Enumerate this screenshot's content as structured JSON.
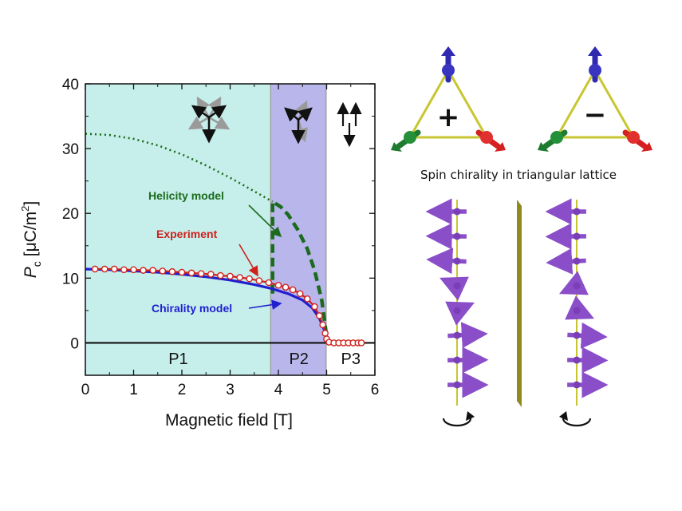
{
  "chart_data": {
    "type": "line",
    "title": "",
    "xlabel": "Magnetic field  [T]",
    "ylabel_symbol": "P",
    "ylabel_subscript": "c",
    "ylabel_units": "[μC/m",
    "ylabel_units_sup": "2",
    "ylabel_units_close": "]",
    "xlim": [
      0,
      6
    ],
    "ylim": [
      -5,
      40
    ],
    "xticks": [
      "0",
      "1",
      "2",
      "3",
      "4",
      "5",
      "6"
    ],
    "yticks": [
      "0",
      "10",
      "20",
      "30",
      "40"
    ],
    "grid": false,
    "phases": [
      {
        "label": "P1",
        "x_start": 0,
        "x_end": 3.85,
        "color": "#c6eeea"
      },
      {
        "label": "P2",
        "x_start": 3.85,
        "x_end": 5.0,
        "color": "#b9b6ec"
      },
      {
        "label": "P3",
        "x_start": 5.0,
        "x_end": 6.0,
        "color": "#ffffff"
      }
    ],
    "series": [
      {
        "name": "Experiment",
        "color": "#d0211c",
        "style": "markers",
        "points": [
          [
            0.2,
            11.4
          ],
          [
            0.4,
            11.4
          ],
          [
            0.6,
            11.4
          ],
          [
            0.8,
            11.3
          ],
          [
            1.0,
            11.3
          ],
          [
            1.2,
            11.2
          ],
          [
            1.4,
            11.2
          ],
          [
            1.6,
            11.1
          ],
          [
            1.8,
            11.0
          ],
          [
            2.0,
            10.9
          ],
          [
            2.2,
            10.8
          ],
          [
            2.4,
            10.7
          ],
          [
            2.6,
            10.6
          ],
          [
            2.8,
            10.4
          ],
          [
            3.0,
            10.3
          ],
          [
            3.2,
            10.1
          ],
          [
            3.4,
            9.9
          ],
          [
            3.6,
            9.6
          ],
          [
            3.8,
            9.3
          ],
          [
            4.0,
            8.9
          ],
          [
            4.15,
            8.6
          ],
          [
            4.3,
            8.2
          ],
          [
            4.45,
            7.6
          ],
          [
            4.6,
            6.8
          ],
          [
            4.75,
            5.6
          ],
          [
            4.85,
            4.2
          ],
          [
            4.92,
            2.8
          ],
          [
            4.97,
            1.5
          ],
          [
            5.0,
            0.6
          ],
          [
            5.05,
            0.1
          ],
          [
            5.15,
            0.0
          ],
          [
            5.25,
            0.0
          ],
          [
            5.35,
            0.0
          ],
          [
            5.45,
            0.0
          ],
          [
            5.55,
            0.0
          ],
          [
            5.65,
            0.0
          ],
          [
            5.72,
            0.0
          ]
        ]
      },
      {
        "name": "Chirality model",
        "color": "#1f1fd0",
        "style": "solid",
        "points": [
          [
            0,
            11.4
          ],
          [
            0.5,
            11.3
          ],
          [
            1.0,
            11.1
          ],
          [
            1.5,
            10.9
          ],
          [
            2.0,
            10.6
          ],
          [
            2.5,
            10.2
          ],
          [
            3.0,
            9.7
          ],
          [
            3.5,
            9.0
          ],
          [
            3.85,
            8.4
          ],
          [
            4.2,
            7.6
          ],
          [
            4.5,
            6.6
          ],
          [
            4.7,
            5.4
          ],
          [
            4.85,
            3.8
          ],
          [
            4.95,
            2.0
          ],
          [
            5.0,
            0.8
          ]
        ]
      },
      {
        "name": "Helicity model",
        "color": "#1c6b1c",
        "style": "dotted",
        "points": [
          [
            0,
            32.3
          ],
          [
            0.5,
            32.1
          ],
          [
            1.0,
            31.5
          ],
          [
            1.5,
            30.5
          ],
          [
            2.0,
            29.1
          ],
          [
            2.5,
            27.4
          ],
          [
            3.0,
            25.5
          ],
          [
            3.5,
            23.4
          ],
          [
            3.88,
            21.8
          ]
        ]
      },
      {
        "name": "Helicity model (P2)",
        "color": "#1c6b1c",
        "style": "dashed",
        "points": [
          [
            3.88,
            7.6
          ],
          [
            3.88,
            13.0
          ],
          [
            3.88,
            21.8
          ],
          [
            4.05,
            21.0
          ],
          [
            4.2,
            19.8
          ],
          [
            4.4,
            17.5
          ],
          [
            4.6,
            14.5
          ],
          [
            4.75,
            11.2
          ],
          [
            4.9,
            6.5
          ],
          [
            5.0,
            1.0
          ]
        ]
      }
    ],
    "annotations": [
      "Helicity model",
      "Experiment",
      "Chirality model"
    ]
  },
  "inset": {
    "plus_sign": "+",
    "minus_sign": "−",
    "caption": "Spin chirality in triangular lattice"
  },
  "colors": {
    "spin_up": "#2f2ab0",
    "spin_left": "#1e7a2e",
    "spin_right": "#d42020",
    "triangle": "#c8c630",
    "helix_arrow": "#8a4fc8",
    "mirror": "#8e8a1e"
  }
}
